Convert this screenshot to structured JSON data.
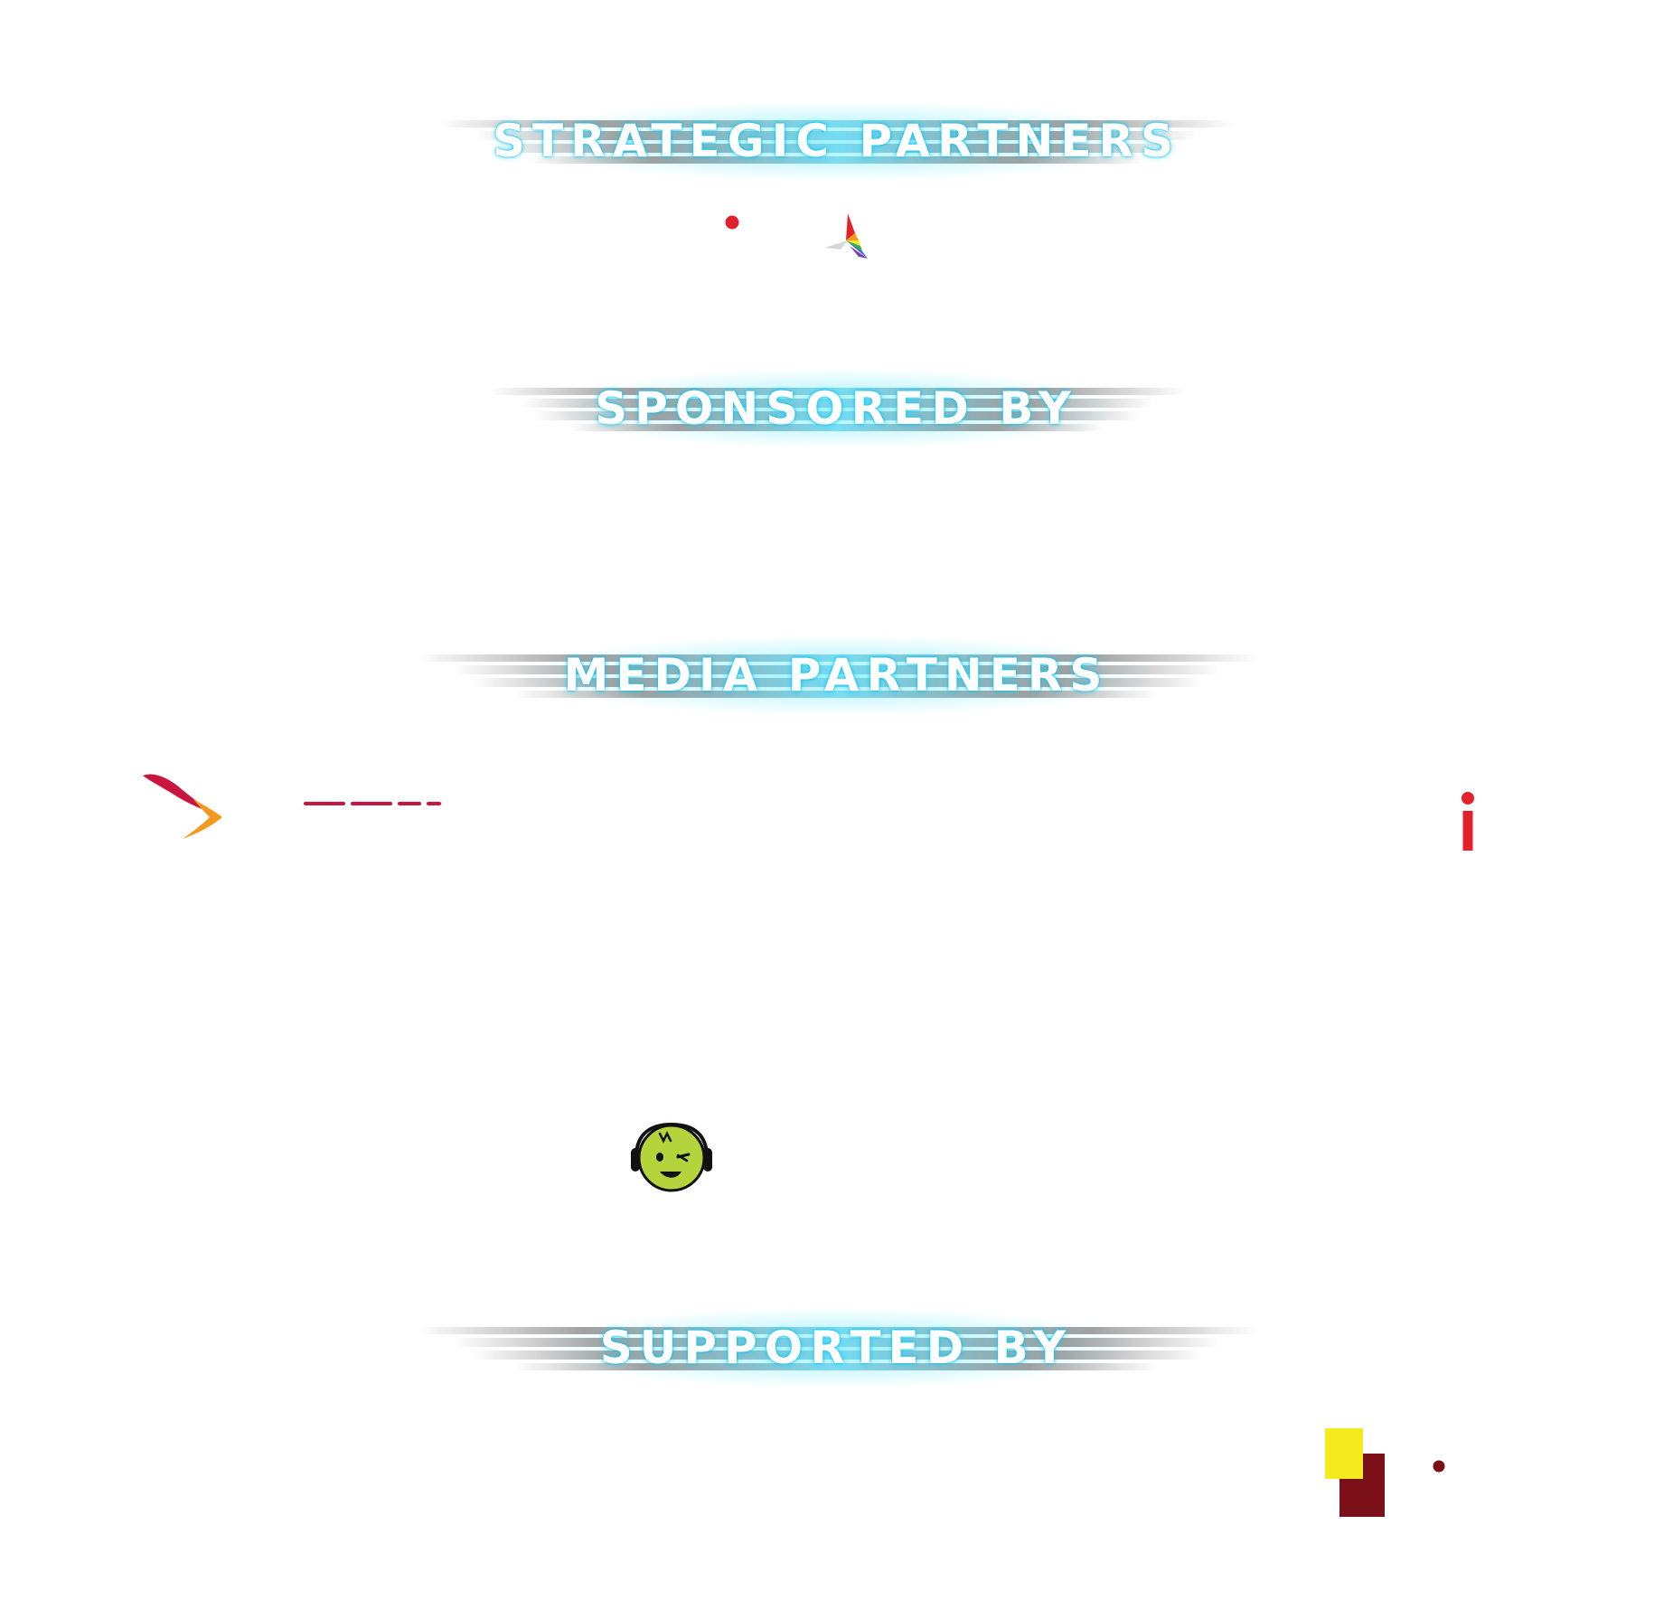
{
  "sections": {
    "strategic_partners": {
      "title": "STRATEGIC PARTNERS"
    },
    "sponsored_by": {
      "title": "SPONSORED BY"
    },
    "media_partners": {
      "title": "MEDIA PARTNERS"
    },
    "supported_by": {
      "title": "SUPPORTED BY"
    }
  },
  "colors": {
    "banner_glow": "#50e6ff",
    "banner_streak": "#9a9a9a",
    "banner_text": "#ffffff",
    "logo_red": "#e3212b",
    "logo_crimson": "#c8163f",
    "logo_orange": "#f39a1e",
    "logo_lime": "#b5d33a",
    "logo_yellow": "#f4ea1e",
    "logo_maroon": "#7b1019"
  },
  "icons": {
    "strategic_logo_1": "red-dot-icon",
    "strategic_logo_2": "rainbow-paper-plane-icon",
    "media_logo_1": "swoosh-arrow-icon",
    "media_logo_2": "red-dashed-line-icon",
    "media_logo_3": "red-i-letter-icon",
    "media_logo_4": "winking-face-headphones-icon",
    "supported_logo_1": "yellow-maroon-squares-icon",
    "supported_logo_2": "maroon-dot-icon"
  }
}
